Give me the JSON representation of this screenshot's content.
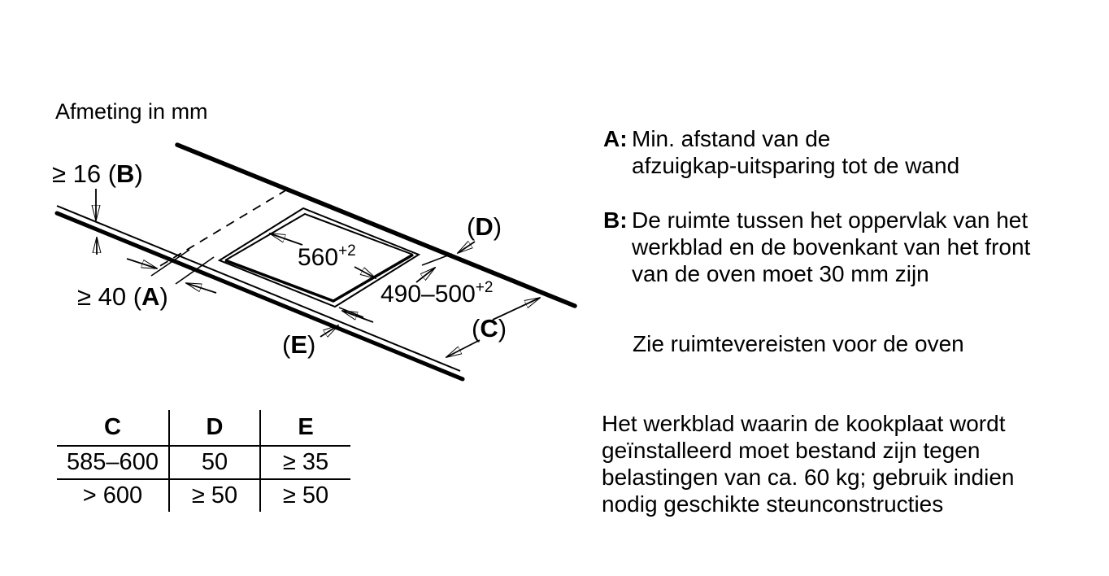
{
  "colors": {
    "background": "#ffffff",
    "ink": "#000000"
  },
  "diagram": {
    "title": "Afmeting in mm",
    "dim_thickness": {
      "prefix": "≥ 16 (",
      "letter": "B",
      "suffix": ")"
    },
    "dim_wall_distance": {
      "prefix": "≥ 40 (",
      "letter": "A",
      "suffix": ")"
    },
    "dim_width": {
      "value": "560",
      "tolerance": "+2"
    },
    "dim_depth": {
      "value": "490–500",
      "tolerance": "+2"
    },
    "label_c": {
      "prefix": "(",
      "letter": "C",
      "suffix": ")"
    },
    "label_d": {
      "prefix": "(",
      "letter": "D",
      "suffix": ")"
    },
    "label_e": {
      "prefix": "(",
      "letter": "E",
      "suffix": ")"
    }
  },
  "table": {
    "headers": [
      "C",
      "D",
      "E"
    ],
    "rows": [
      [
        "585–600",
        "50",
        "≥ 35"
      ],
      [
        "> 600",
        "≥ 50",
        "≥ 50"
      ]
    ]
  },
  "notes": {
    "item_a": {
      "label": "A:",
      "lines": [
        "Min. afstand van de",
        "afzuigkap-uitsparing tot de wand"
      ]
    },
    "item_b": {
      "label": "B:",
      "lines": [
        "De ruimte tussen het oppervlak van het",
        "werkblad en de bovenkant van het front",
        "van de oven moet 30 mm zijn"
      ]
    },
    "note_oven": "Zie ruimtevereisten voor de oven",
    "note_load": {
      "lines": [
        "Het werkblad waarin de kookplaat wordt",
        "geïnstalleerd moet bestand zijn tegen",
        "belastingen van ca. 60 kg; gebruik indien",
        "nodig geschikte steunconstructies"
      ]
    }
  }
}
